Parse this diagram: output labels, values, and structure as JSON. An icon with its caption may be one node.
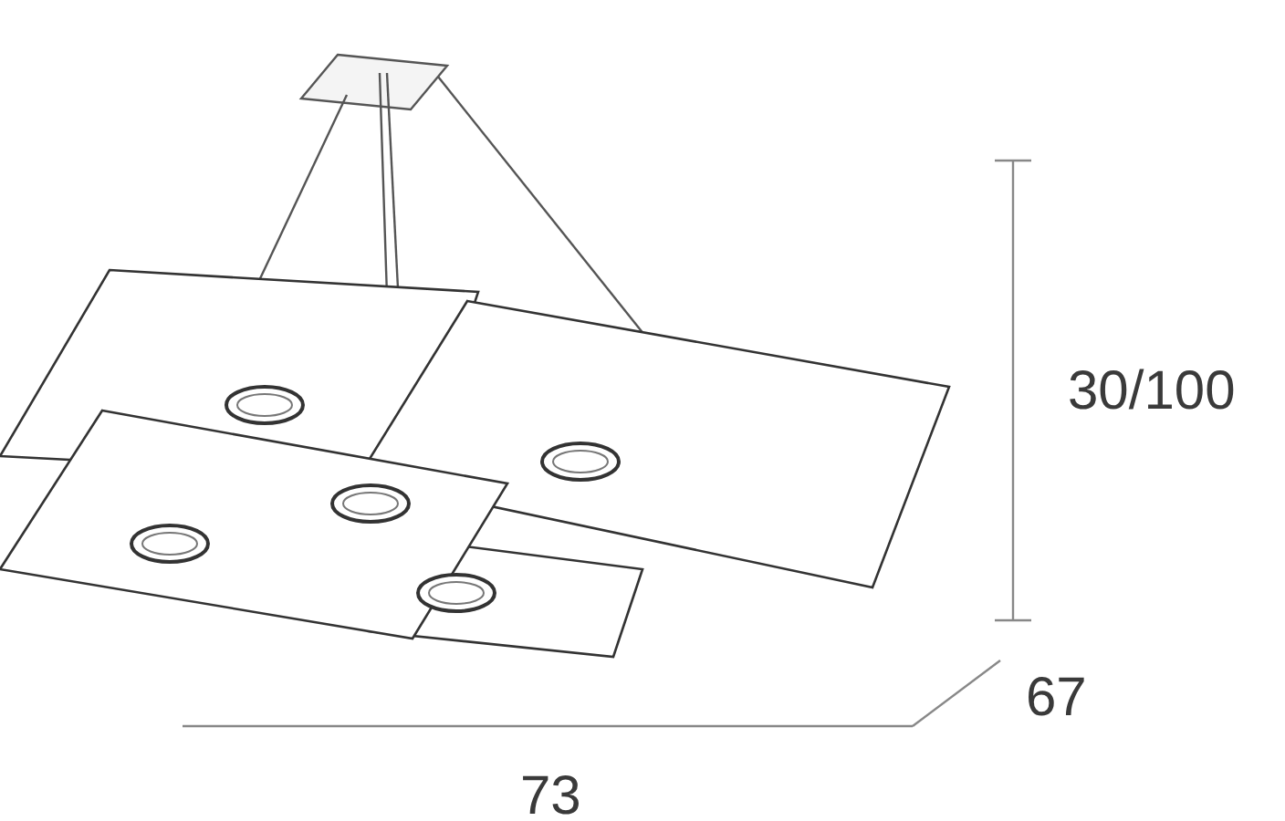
{
  "diagram": {
    "labels": [
      "30/100",
      "67",
      "73"
    ]
  }
}
